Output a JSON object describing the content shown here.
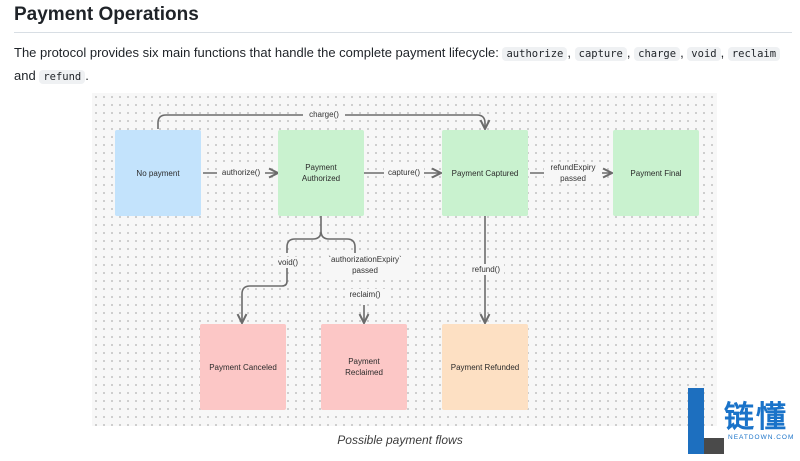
{
  "header": {
    "title": "Payment Operations"
  },
  "intro": {
    "text": "The protocol provides six main functions that handle the complete payment lifecycle: ",
    "functions": [
      "authorize",
      "capture",
      "charge",
      "void",
      "reclaim",
      "refund"
    ],
    "sep1": ", ",
    "sep2": ", ",
    "sep3": ", ",
    "sep4": ", ",
    "and": " and ",
    "end": "."
  },
  "diagram": {
    "nodes": {
      "no_payment": "No payment",
      "authorized": "Payment\nAuthorized",
      "captured": "Payment Captured",
      "final": "Payment Final",
      "canceled": "Payment Canceled",
      "reclaimed": "Payment\nReclaimed",
      "refunded": "Payment Refunded"
    },
    "edges": {
      "charge": "charge()",
      "authorize": "authorize()",
      "capture": "capture()",
      "refund_expiry": "refundExpiry\npassed",
      "void": "void()",
      "auth_expiry": "`authorizationExpiry`\npassed",
      "reclaim": "reclaim()",
      "refund": "refund()"
    },
    "colors": {
      "blue": "#c3e3fc",
      "green": "#c9f2cf",
      "red": "#fcc7c6",
      "orange": "#fde0c3",
      "arrow": "#6b6b6b"
    }
  },
  "caption": "Possible payment flows",
  "watermark": {
    "chinese": "链懂",
    "english": "NEATDOWN.COM"
  }
}
